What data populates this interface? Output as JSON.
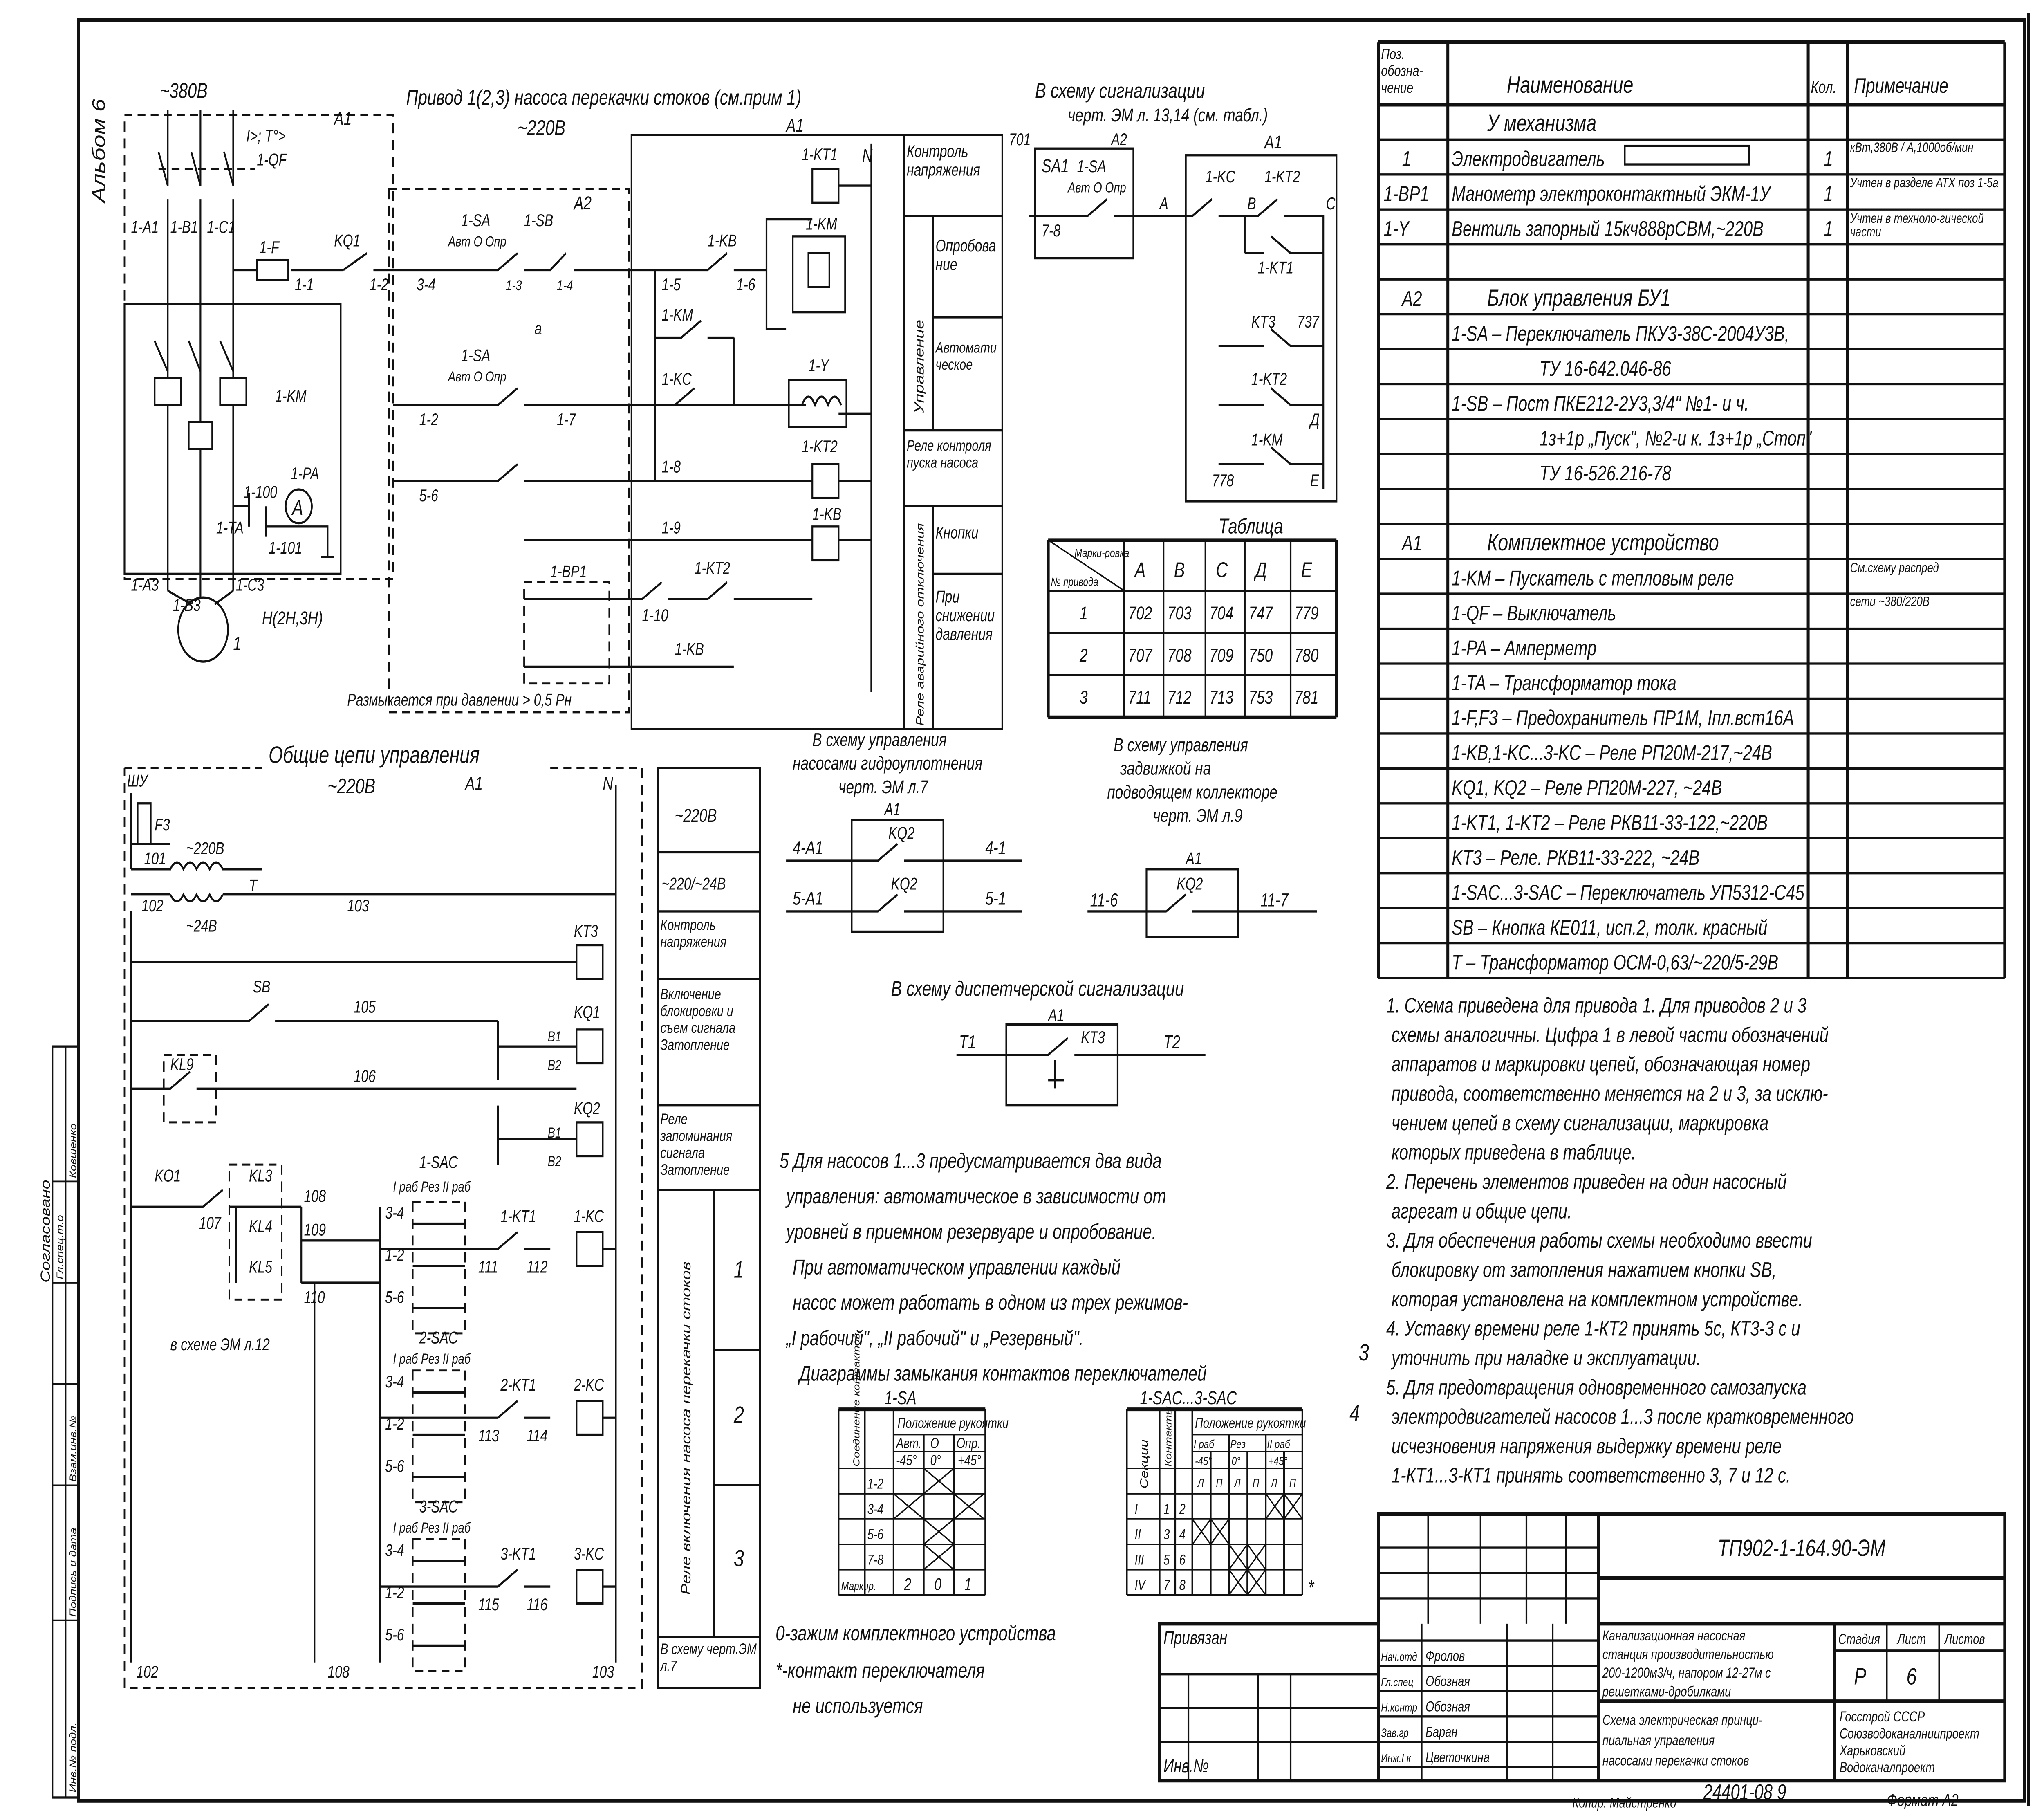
{
  "album": "Альбом 6",
  "power": {
    "title": "Привод 1(2,3) насоса перекачки стоков (см.прим 1)",
    "voltage_top": "~380В",
    "voltage_ctrl": "~220В",
    "labels": [
      "A1",
      "1-A1",
      "1-B1",
      "1-C1",
      "1-QF",
      "1-F",
      "1-1",
      "KQ1",
      "1-2",
      "1-KM",
      "1-PA",
      "1-100",
      "1-TA",
      "1-101",
      "1-A3",
      "1-B3",
      "1-C3",
      "1",
      "Н(2Н,3Н)",
      "I>; T°>"
    ]
  },
  "control": {
    "labels": [
      "A2",
      "A1",
      "1-SA",
      "Авт О Опр",
      "1-3",
      "1-SB",
      "1-4",
      "1-5",
      "1-KB",
      "1-6",
      "1-KT1",
      "1-KM",
      "1-KM",
      "1-KC",
      "1-Y",
      "1-SA",
      "Авт О Опр",
      "1-2",
      "1-7",
      "3-4",
      "5-6",
      "1-8",
      "1-KT2",
      "1-9",
      "1-KB",
      "1-BP1",
      "1-KT2",
      "1-10",
      "1-KB",
      "N",
      "Размыкается при давлении > 0,5 Рн",
      "a"
    ],
    "side_labels": [
      "Контроль напряжения",
      "Опробование",
      "Автоматическое",
      "Управление",
      "Реле контроля пуска насоса",
      "Кнопки",
      "При снижении давления",
      "Реле аварийного отключения"
    ]
  },
  "signal": {
    "title_1": "В схему сигнализации",
    "title_2": "черт. ЭМ л. 13,14 (см. табл.)",
    "labels": [
      "701",
      "SA1",
      "1-SA",
      "A2",
      "Авт О Опр",
      "7-8",
      "A1",
      "1-KC",
      "1-KT2",
      "A",
      "B",
      "C",
      "1-KT1",
      "KT3",
      "737",
      "1-KT2",
      "Д",
      "1-KM",
      "778",
      "E"
    ]
  },
  "signal_table": {
    "title": "Таблица",
    "corner_top": "Марки-ровка",
    "corner_bottom": "№ привода",
    "columns": [
      "A",
      "B",
      "C",
      "Д",
      "E"
    ],
    "rows": [
      {
        "drive": "1",
        "values": [
          "702",
          "703",
          "704",
          "747",
          "779"
        ]
      },
      {
        "drive": "2",
        "values": [
          "707",
          "708",
          "709",
          "750",
          "780"
        ]
      },
      {
        "drive": "3",
        "values": [
          "711",
          "712",
          "713",
          "753",
          "781"
        ]
      }
    ]
  },
  "general": {
    "title": "Общие цепи управления",
    "voltage": "~220В",
    "labels": [
      "ШУ",
      "A1",
      "N",
      "F3",
      "101",
      "~220В",
      "T",
      "102",
      "~24В",
      "103",
      "KT3",
      "SB",
      "105",
      "KQ1",
      "B1",
      "B2",
      "KL9",
      "106",
      "KQ2",
      "B1",
      "B2",
      "KO1",
      "KL3",
      "107",
      "108",
      "KL4",
      "109",
      "KL5",
      "110",
      "1-SAC",
      "I раб Рез II раб",
      "3-4",
      "1-2",
      "5-6",
      "1-KT1",
      "111",
      "112",
      "1-KC",
      "2-SAC",
      "2-KT1",
      "113",
      "114",
      "2-KC",
      "3-SAC",
      "3-KT1",
      "115",
      "116",
      "3-KC",
      "102",
      "108",
      "103",
      "в схеме ЭМ л.12",
      "I раб Рез II раб",
      "I раб Рез II раб",
      "3-4",
      "1-2",
      "5-6",
      "3-4",
      "1-2",
      "5-6"
    ],
    "side_labels": [
      "~220В",
      "~220/~24В",
      "Контроль напряжения",
      "Включение блокировки и съем сигнала Затопление",
      "Реле запоминания сигнала Затопление",
      "Реле включения насоса перекачки стоков",
      "1",
      "2",
      "3",
      "В схему черт.ЭМ л.7"
    ]
  },
  "hydro": {
    "title": [
      "В схему управления",
      "насосами гидроуплотнения",
      "черт. ЭМ л.7"
    ],
    "labels": [
      "A1",
      "KQ2",
      "KQ2",
      "4-A1",
      "4-1",
      "5-A1",
      "5-1"
    ]
  },
  "valve": {
    "title": [
      "В схему управления",
      "задвижкой на",
      "подводящем коллекторе",
      "черт. ЭМ л.9"
    ],
    "labels": [
      "A1",
      "KQ2",
      "11-6",
      "11-7"
    ]
  },
  "dispatch": {
    "title": "В схему диспетчерской сигнализации",
    "labels": [
      "A1",
      "KT3",
      "T1",
      "T2"
    ]
  },
  "note5": [
    "5 Для насосов 1...3 предусматривается два вида",
    "управления: автоматическое в зависимости от",
    "уровней в приемном резервуаре и опробование.",
    "При автоматическом управлении каждый",
    "насос может работать в одном из трех режимов-",
    "„I рабочий\", „II рабочий\" и „Резервный\"."
  ],
  "diagrams": {
    "title": "Диаграммы замыкания контактов переключателей",
    "sa": {
      "name": "1-SA",
      "col0": "Соединение контактов",
      "header": "Положение рукоятки",
      "modes": [
        "Авт.",
        "О",
        "Опр."
      ],
      "angles": [
        "-45°",
        "0°",
        "+45°"
      ],
      "rows": [
        "1-2",
        "3-4",
        "5-6",
        "7-8"
      ],
      "crosses": [
        [
          0,
          1,
          0
        ],
        [
          1,
          0,
          1
        ],
        [
          0,
          1,
          0
        ],
        [
          0,
          1,
          0
        ]
      ],
      "marking_label": "Маркир.",
      "marking": [
        "2",
        "0",
        "1"
      ]
    },
    "sac": {
      "name": "1-SAC...3-SAC",
      "col0": "Секции",
      "col1": "Контакты",
      "header": "Положение рукоятки",
      "modes": [
        "I раб",
        "Рез",
        "II раб"
      ],
      "angles": [
        "-45°",
        "0°",
        "+45°"
      ],
      "sub": [
        "Л",
        "П",
        "Л",
        "П",
        "Л",
        "П"
      ],
      "sections": [
        "I",
        "II",
        "III",
        "IV"
      ],
      "contacts": [
        [
          "1",
          "2"
        ],
        [
          "3",
          "4"
        ],
        [
          "5",
          "6"
        ],
        [
          "7",
          "8"
        ]
      ],
      "crosses": [
        [
          0,
          0,
          0,
          0,
          1,
          1
        ],
        [
          1,
          1,
          0,
          0,
          0,
          0
        ],
        [
          0,
          0,
          1,
          1,
          0,
          0
        ],
        [
          0,
          0,
          1,
          1,
          0,
          0
        ]
      ],
      "asterisk": "*"
    }
  },
  "legend": [
    "0-зажим комплектного устройства",
    "*-контакт переключателя",
    "не используется"
  ],
  "parts_list": {
    "headers": [
      "Поз. обозна-чение",
      "Наименование",
      "Кол.",
      "Примечание"
    ],
    "rows": [
      {
        "pos": "",
        "name": "У механизма",
        "qty": "",
        "note": "",
        "section": true
      },
      {
        "pos": "1",
        "name": "Электродвигатель",
        "qty": "1",
        "note": "кВт,380В / А,1000об/мин",
        "blank": true
      },
      {
        "pos": "1-BP1",
        "name": "Манометр электроконтактный ЭКМ-1У",
        "qty": "1",
        "note": "Учтен в разделе АТХ поз 1-5а"
      },
      {
        "pos": "1-Y",
        "name": "Вентиль запорный 15кч888рСВМ,~220В",
        "qty": "1",
        "note": "Учтен в техноло-гической части"
      },
      {
        "pos": "",
        "name": "",
        "qty": "",
        "note": ""
      },
      {
        "pos": "A2",
        "name": "Блок управления БУ1",
        "qty": "",
        "note": "",
        "section": true
      },
      {
        "pos": "",
        "name": "1-SA – Переключатель ПКУ3-38С-2004У3В,",
        "qty": "",
        "note": ""
      },
      {
        "pos": "",
        "name": "ТУ 16-642.046-86",
        "qty": "",
        "note": "",
        "indent": true
      },
      {
        "pos": "",
        "name": "1-SB – Пост ПКЕ212-2У3,3/4\" №1- и ч.",
        "qty": "",
        "note": ""
      },
      {
        "pos": "",
        "name": "1з+1р „Пуск\", №2-и к. 1з+1р „Стоп\"",
        "qty": "",
        "note": "",
        "indent": true
      },
      {
        "pos": "",
        "name": "ТУ 16-526.216-78",
        "qty": "",
        "note": "",
        "indent": true
      },
      {
        "pos": "",
        "name": "",
        "qty": "",
        "note": ""
      },
      {
        "pos": "A1",
        "name": "Комплектное устройство",
        "qty": "",
        "note": "",
        "section": true
      },
      {
        "pos": "",
        "name": "1-KM – Пускатель с тепловым реле",
        "qty": "",
        "note": "См.схему распред"
      },
      {
        "pos": "",
        "name": "1-QF – Выключатель",
        "qty": "",
        "note": "сети ~380/220В"
      },
      {
        "pos": "",
        "name": "1-PA – Амперметр",
        "qty": "",
        "note": ""
      },
      {
        "pos": "",
        "name": "1-TA – Трансформатор тока",
        "qty": "",
        "note": ""
      },
      {
        "pos": "",
        "name": "1-F,F3 – Предохранитель ПР1М, Iпл.вст16А",
        "qty": "",
        "note": ""
      },
      {
        "pos": "",
        "name": "1-KB,1-KC...3-KC – Реле РП20М-217,~24В",
        "qty": "",
        "note": ""
      },
      {
        "pos": "",
        "name": "KQ1, KQ2 – Реле РП20М-227, ~24В",
        "qty": "",
        "note": ""
      },
      {
        "pos": "",
        "name": "1-KT1, 1-KT2 – Реле РКВ11-33-122,~220В",
        "qty": "",
        "note": ""
      },
      {
        "pos": "",
        "name": "KT3 – Реле. РКВ11-33-222, ~24В",
        "qty": "",
        "note": ""
      },
      {
        "pos": "",
        "name": "1-SAC...3-SAC – Переключатель УП5312-С45",
        "qty": "",
        "note": ""
      },
      {
        "pos": "",
        "name": "SB – Кнопка КЕ011, исп.2, толк. красный",
        "qty": "",
        "note": ""
      },
      {
        "pos": "",
        "name": "T – Трансформатор ОСМ-0,63/~220/5-29В",
        "qty": "",
        "note": ""
      }
    ]
  },
  "notes": [
    "1. Схема приведена для привода 1. Для приводов 2 и 3",
    "схемы аналогичны. Цифра 1 в левой части обозначений",
    "аппаратов и маркировки цепей, обозначающая номер",
    "привода, соответственно меняется на 2 и 3, за исклю-",
    "чением цепей в схему сигнализации, маркировка",
    "которых приведена в таблице.",
    "2. Перечень элементов приведен на один насосный",
    "агрегат и общие цепи.",
    "3. Для обеспечения работы схемы необходимо ввести",
    "блокировку от затопления нажатием кнопки SB,",
    "которая установлена на комплектном устройстве.",
    "4. Уставку времени реле 1-КТ2 принять 5с, КТ3-3 с и",
    "уточнить при наладке и эксплуатации.",
    "5. Для предотвращения одновременного самозапуска",
    "электродвигателей насосов 1...3 после кратковременного",
    "исчезновения напряжения выдержку времени реле",
    "1-КТ1...3-КТ1 принять соответственно 3, 7 и 12 с."
  ],
  "notes_margin": [
    "3",
    "4"
  ],
  "title_block": {
    "code": "ТП902-1-164.90-ЭМ",
    "bound": "Привязан",
    "inv": "Инв.№",
    "signatures": [
      {
        "role": "Нач.отд",
        "name": "Фролов"
      },
      {
        "role": "Гл.спец",
        "name": "Обозная"
      },
      {
        "role": "Н.контр",
        "name": "Обозная"
      },
      {
        "role": "Зав.гр",
        "name": "Баран"
      },
      {
        "role": "Инж.I к",
        "name": "Цветочкина"
      }
    ],
    "project": [
      "Канализационная насосная",
      "станция производительностью",
      "200-1200м3/ч, напором 12-27м с",
      "решетками-дробилками"
    ],
    "drawing": [
      "Схема электрическая принци-",
      "пиальная управления",
      "насосами перекачки стоков"
    ],
    "stage_label": "Стадия",
    "sheet_label": "Лист",
    "sheets_label": "Листов",
    "stage": "Р",
    "sheet": "6",
    "sheets": "",
    "org": [
      "Госстрой СССР",
      "Союзводоканалниипроект",
      "Харьковский",
      "Водоканалпроект"
    ],
    "archive": "24401-08 9",
    "copied": "Копир. Майстренко",
    "format": "Формат А2"
  },
  "left_stamp": [
    "Согласовано",
    "Гл.спец.т.о",
    "Ковшенко",
    "Взам.инв.№",
    "Подпись и дата",
    "Инв.№ подл."
  ]
}
